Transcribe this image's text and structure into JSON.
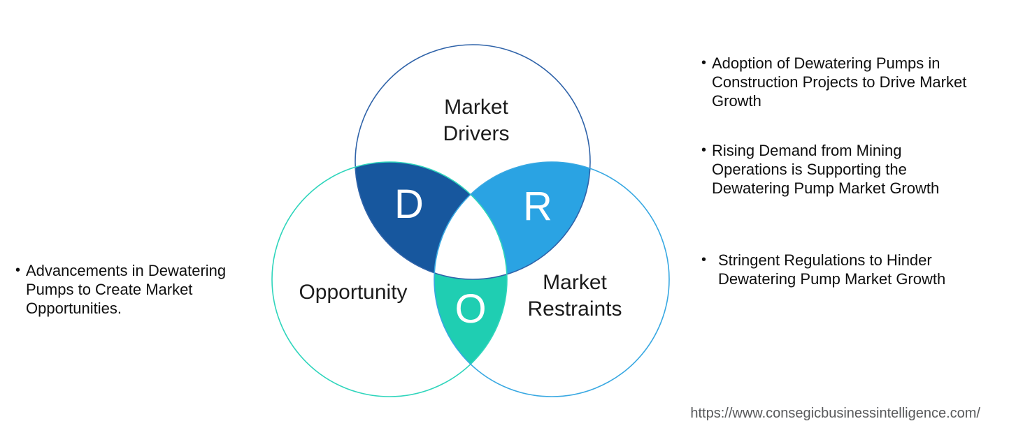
{
  "colors": {
    "background": "#ffffff",
    "drivers_fill": "#17579e",
    "restraints_fill": "#2aa3e3",
    "opportunity_fill": "#1fceb2",
    "drivers_outline": "#2f63a9",
    "opportunity_outline": "#2fd5bc",
    "restraints_outline": "#38a8e2",
    "note_text": "#0f0f0f",
    "url_text": "#58595b",
    "letter_text": "#ffffff"
  },
  "venn": {
    "drivers": {
      "label": "Market\nDrivers",
      "letter": "D"
    },
    "opportunity": {
      "label": "Opportunity",
      "letter": "O"
    },
    "restraints": {
      "label": "Market\nRestraints",
      "letter": "R"
    }
  },
  "bullet_marker": "•",
  "left_notes": [
    {
      "text": "Advancements in Dewatering\nPumps to Create Market\nOpportunities."
    }
  ],
  "right_notes": [
    {
      "text": "Adoption of Dewatering Pumps in\nConstruction Projects to Drive Market\nGrowth"
    },
    {
      "text": "Rising Demand from Mining\nOperations is Supporting the\nDewatering Pump Market Growth"
    },
    {
      "text": "Stringent Regulations to Hinder\nDewatering Pump Market Growth"
    }
  ],
  "footer": {
    "url": "https://www.consegicbusinessintelligence.com/"
  }
}
